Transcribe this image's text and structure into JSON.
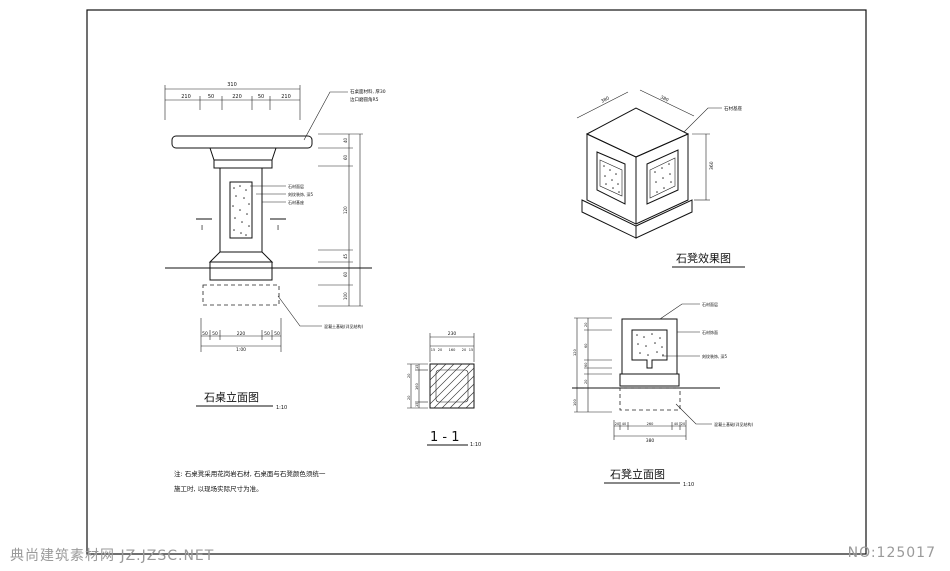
{
  "drawing": {
    "table_elevation": {
      "title": "石桌立面图",
      "scale": "1:10",
      "dim_top_total": "310",
      "dim_top_parts": [
        "210",
        "50",
        "220",
        "50",
        "210"
      ],
      "dim_bottom_parts": [
        "50",
        "50",
        "220",
        "50",
        "50"
      ],
      "dim_bottom_total": "1:00",
      "dim_right_parts": [
        "40",
        "60",
        "120",
        "45",
        "60",
        "100"
      ],
      "section_mark_left": "I",
      "section_mark_right": "I",
      "leader_top_note_1": "石桌面材料, 厚30",
      "leader_top_note_2": "边口磨圆角R5",
      "leader_mid_note_1": "石材面层",
      "leader_mid_note_2": "刻纹装饰, 深5",
      "leader_mid_note_3": "石材基座",
      "leader_base_note": "混凝土基础(详见结构)"
    },
    "section_1_1": {
      "label": "1 - 1",
      "scale": "1:10",
      "dim_top_total": "230",
      "dim_top_parts": [
        "15",
        "20",
        "160",
        "20",
        "15"
      ],
      "dim_left_parts": [
        "15",
        "20",
        "160",
        "20",
        "15"
      ]
    },
    "stool_effect": {
      "title": "石凳效果图",
      "dim_width": "380",
      "dim_depth": "380",
      "dim_height": "360",
      "note": "石材基座"
    },
    "stool_elevation": {
      "title": "石凳立面图",
      "scale": "1:10",
      "dim_left_parts": [
        "20",
        "60",
        "120",
        "60",
        "20",
        "100"
      ],
      "dim_bottom_parts": [
        "20",
        "40",
        "260",
        "40",
        "20"
      ],
      "dim_bottom_total": "380",
      "note_1": "石材面层",
      "note_2": "石材饰面",
      "note_3": "刻纹装饰, 深5",
      "note_4": "混凝土基础(详见结构)"
    },
    "notes": {
      "line_1": "注: 石桌凳采用花岗岩石材, 石桌面与石凳颜色须统一",
      "line_2": "施工时, 以现场实际尺寸为准。"
    }
  },
  "watermark": {
    "left": "典尚建筑素材网 JZ.JZSC.NET",
    "right": "NO:125017"
  }
}
